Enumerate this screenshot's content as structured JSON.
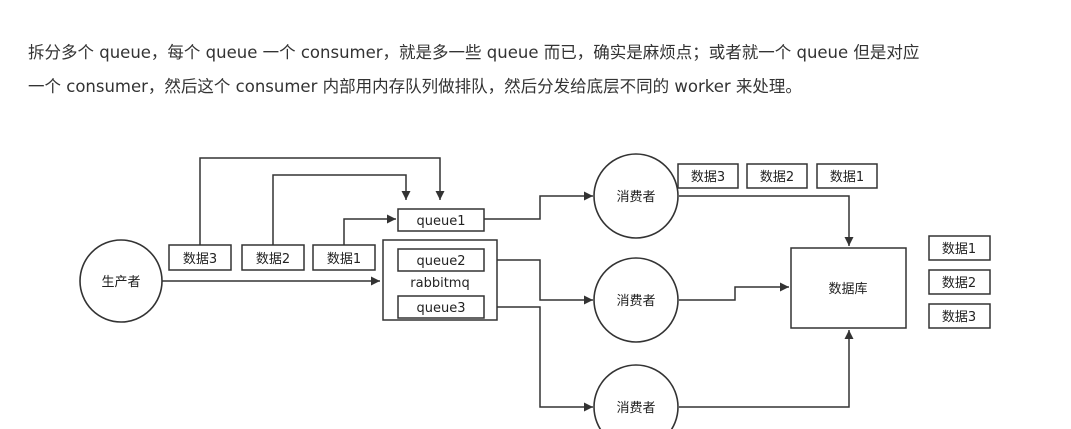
{
  "text": {
    "line1": "拆分多个 queue，每个 queue 一个 consumer，就是多一些 queue 而已，确实是麻烦点；或者就一个 queue 但是对应",
    "line2": "一个 consumer，然后这个 consumer 内部用内存队列做排队，然后分发给底层不同的 worker 来处理。"
  },
  "diagram": {
    "producer": "生产者",
    "broker": "rabbitmq",
    "queues": [
      "queue1",
      "queue2",
      "queue3"
    ],
    "consumers": [
      "消费者",
      "消费者",
      "消费者"
    ],
    "database": "数据库",
    "sent_messages": [
      "数据3",
      "数据2",
      "数据1"
    ],
    "consumer1_buffer": [
      "数据3",
      "数据2",
      "数据1"
    ],
    "db_records": [
      "数据1",
      "数据2",
      "数据3"
    ]
  }
}
